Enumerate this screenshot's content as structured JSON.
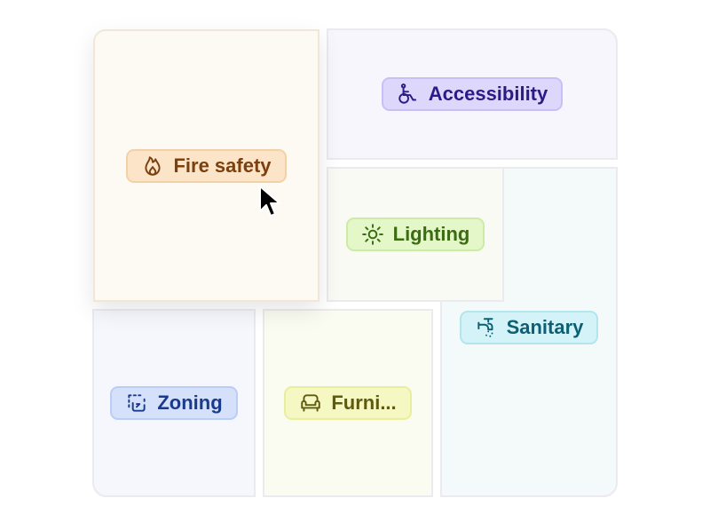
{
  "categories": {
    "fire_safety": {
      "label": "Fire safety",
      "icon": "flame-icon"
    },
    "accessibility": {
      "label": "Accessibility",
      "icon": "wheelchair-icon"
    },
    "lighting": {
      "label": "Lighting",
      "icon": "sun-icon"
    },
    "zoning": {
      "label": "Zoning",
      "icon": "zone-select-icon"
    },
    "furniture": {
      "label": "Furni...",
      "icon": "armchair-icon"
    },
    "sanitary": {
      "label": "Sanitary",
      "icon": "faucet-icon"
    }
  },
  "colors": {
    "fire_safety": "#7a400f",
    "accessibility": "#2c1a86",
    "lighting": "#3d6b12",
    "zoning": "#1a3a8a",
    "furniture": "#5e5a10",
    "sanitary": "#0d5f73"
  }
}
